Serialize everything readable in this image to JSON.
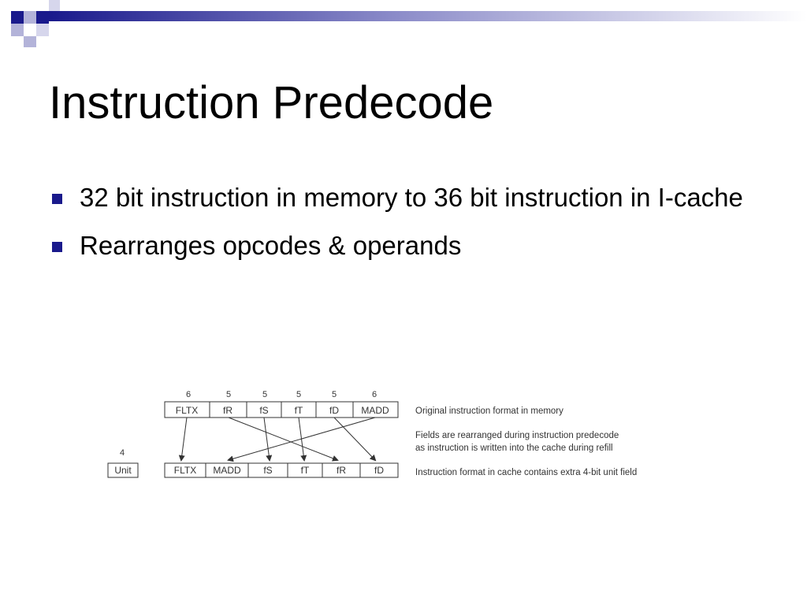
{
  "slide": {
    "title": "Instruction Predecode",
    "bullets": [
      {
        "text": "32 bit instruction in memory to 36 bit instruction in I-cache"
      },
      {
        "text": "Rearranges opcodes & operands"
      }
    ]
  },
  "colors": {
    "accent": "#1a1a8c",
    "header_light": "#b3b3d9",
    "header_mid": "#6b6bb8"
  },
  "diagram": {
    "memory_format": {
      "widths": [
        "6",
        "5",
        "5",
        "5",
        "5",
        "6"
      ],
      "fields": [
        "FLTX",
        "fR",
        "fS",
        "fT",
        "fD",
        "MADD"
      ]
    },
    "cache_format": {
      "unit_width": "4",
      "unit_label": "Unit",
      "fields": [
        "FLTX",
        "MADD",
        "fS",
        "fT",
        "fR",
        "fD"
      ]
    },
    "annotations": {
      "memory": "Original instruction format in memory",
      "rearrange_line1": "Fields are rearranged during instruction predecode",
      "rearrange_line2": "as instruction is written into the cache during refill",
      "cache": "Instruction format in cache contains extra 4-bit unit field"
    }
  }
}
